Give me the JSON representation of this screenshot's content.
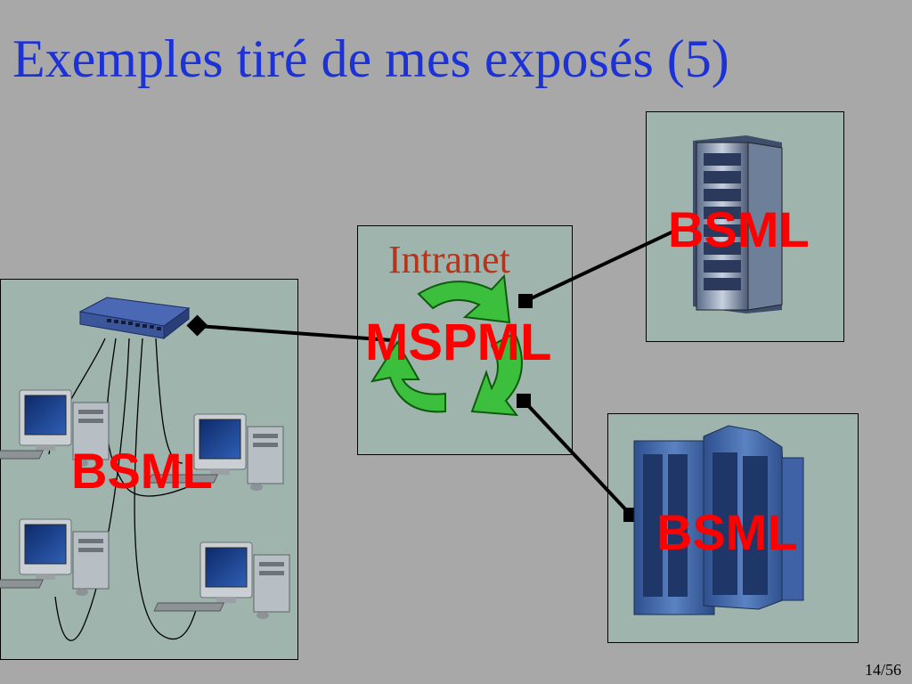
{
  "slide": {
    "title": "Exemples tiré de mes exposés (5)",
    "page_number": "14/56"
  },
  "diagram": {
    "intranet_label": "Intranet",
    "hub_label": "MSPML",
    "lan_label": "BSML",
    "server_top_label": "BSML",
    "server_bottom_label": "BSML"
  },
  "colors": {
    "background": "#a8a8a8",
    "panel": "#9eb4ac",
    "title": "#1c32d6",
    "label": "#ff0000",
    "intranet": "#b5341c",
    "recycle": "#3cbf3c"
  },
  "icons": [
    "network-switch-icon",
    "desktop-computer-icon",
    "recycle-icon",
    "rack-server-icon",
    "mainframe-server-icon"
  ]
}
